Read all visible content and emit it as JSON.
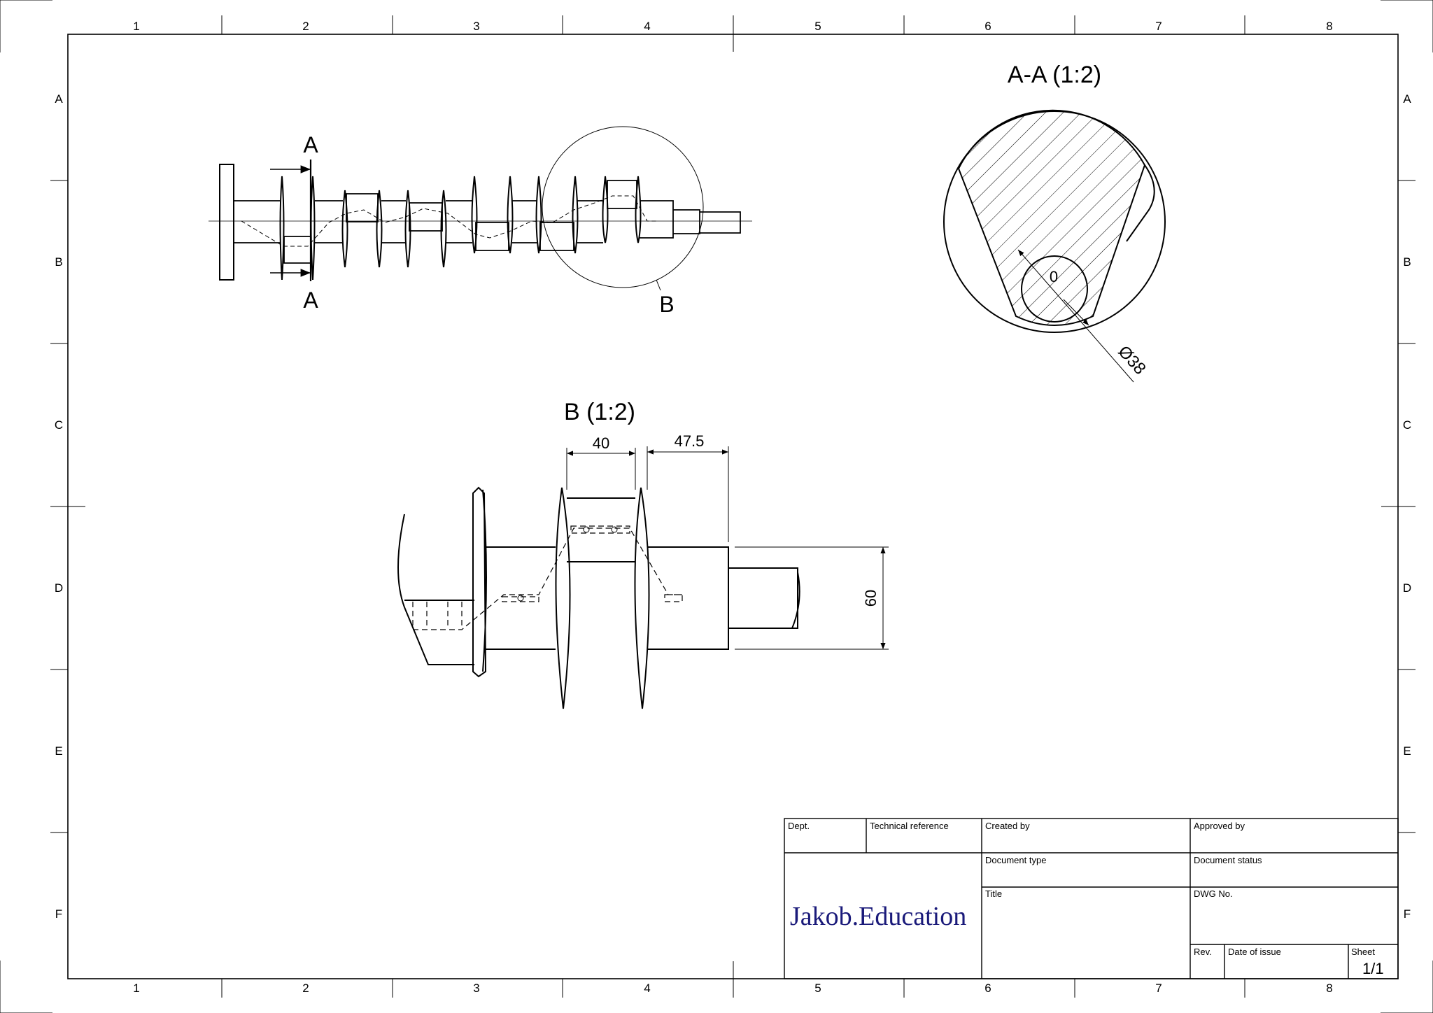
{
  "frame": {
    "columns": [
      "1",
      "2",
      "3",
      "4",
      "5",
      "6",
      "7",
      "8"
    ],
    "rows": [
      "A",
      "B",
      "C",
      "D",
      "E",
      "F"
    ]
  },
  "views": {
    "main": {
      "section_letter_top": "A",
      "section_letter_bottom": "A",
      "detail_letter": "B"
    },
    "section_aa": {
      "title": "A-A (1:2)",
      "inner_dim": "0",
      "diameter_dim": "Ø38"
    },
    "detail_b": {
      "title": "B (1:2)",
      "dim_web_width": "40",
      "dim_offset": "47.5",
      "dim_height": "60"
    }
  },
  "title_block": {
    "dept": "Dept.",
    "technical_reference": "Technical reference",
    "created_by": "Created by",
    "approved_by": "Approved by",
    "document_type": "Document type",
    "document_status": "Document status",
    "title": "Title",
    "dwg_no": "DWG No.",
    "rev": "Rev.",
    "date_of_issue": "Date of issue",
    "sheet": "Sheet",
    "sheet_value": "1/1",
    "brand": "Jakob.Education"
  },
  "colors": {
    "line": "#000000",
    "brand": "#1a1a7a"
  }
}
